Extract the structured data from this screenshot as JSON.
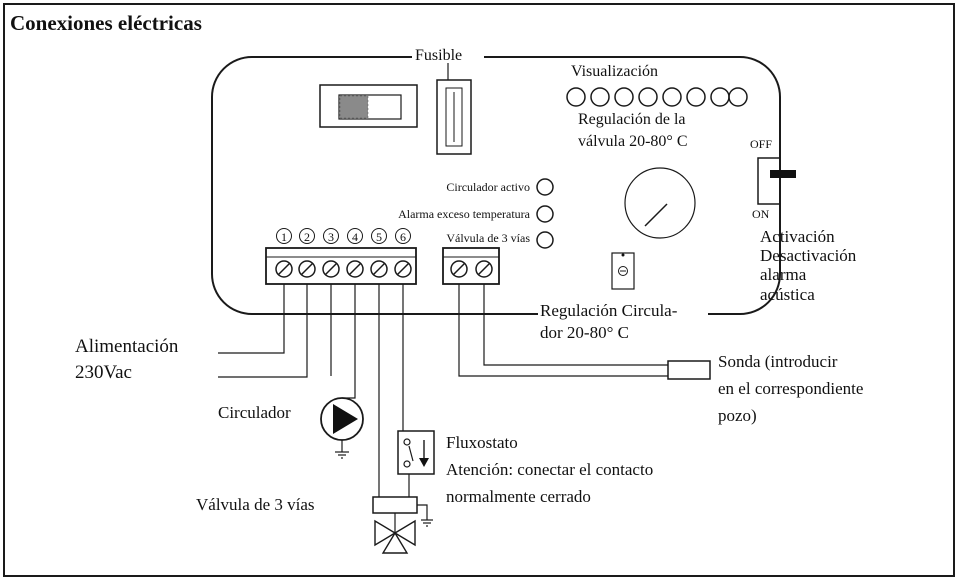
{
  "title": "Conexiones eléctricas",
  "labels": {
    "fusible": "Fusible",
    "visualizacion": "Visualización",
    "regulacion_valvula_1": "Regulación de la",
    "regulacion_valvula_2": "válvula 20-80° C",
    "off": "OFF",
    "on": "ON",
    "activacion_1": "Activación",
    "activacion_2": "Desactivación",
    "activacion_3": "alarma",
    "activacion_4": "acústica",
    "circulador_activo": "Circulador activo",
    "alarma_exceso": "Alarma exceso temperatura",
    "valvula_3_vias_led": "Válvula de 3 vías",
    "regulacion_circ_1": "Regulación Circula-",
    "regulacion_circ_2": "dor 20-80° C",
    "alimentacion_1": "Alimentación",
    "alimentacion_2": "230Vac",
    "circulador": "Circulador",
    "fluxostato": "Fluxostato",
    "atencion_1": "Atención: conectar el contacto",
    "atencion_2": "normalmente cerrado",
    "valvula_3_vias": "Válvula de 3 vías",
    "sonda_1": "Sonda (introducir",
    "sonda_2": "en el correspondiente",
    "sonda_3": "pozo)"
  },
  "terminal_numbers": [
    "1",
    "2",
    "3",
    "4",
    "5",
    "6"
  ]
}
